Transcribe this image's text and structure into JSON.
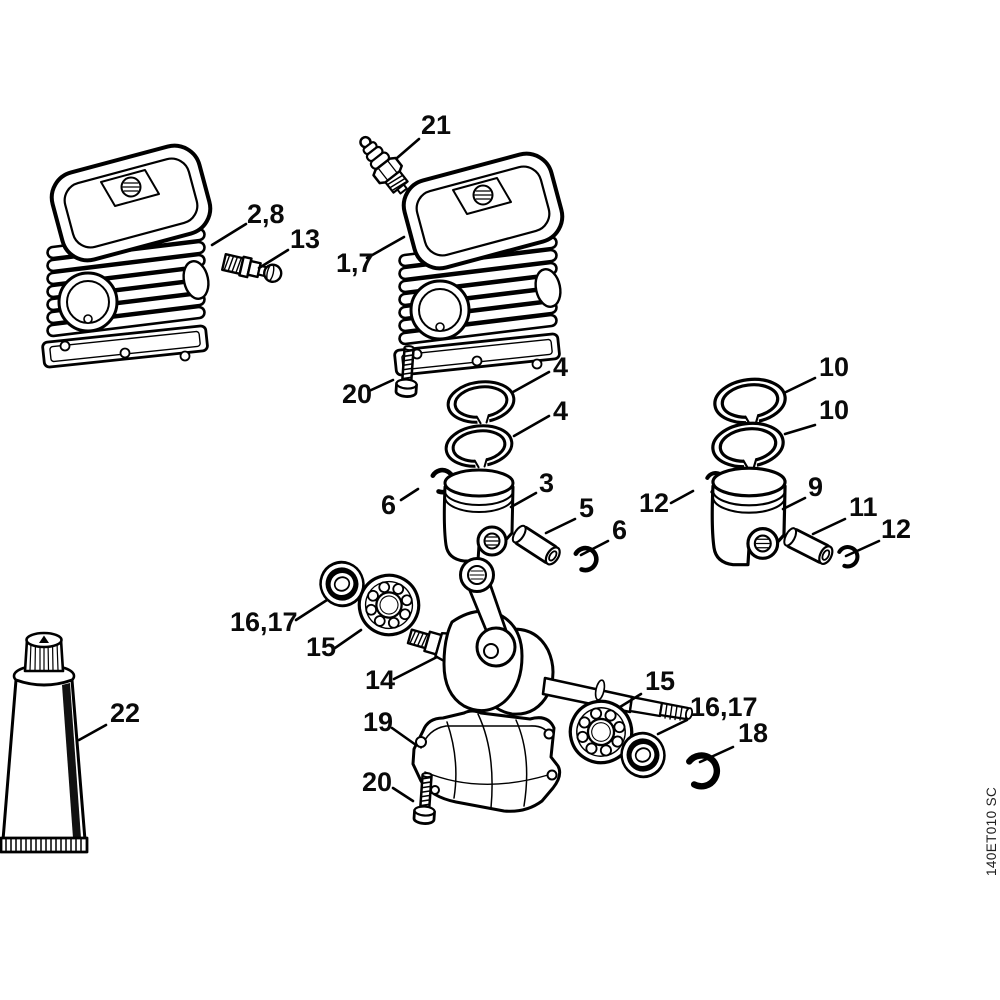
{
  "figure": {
    "code": "140ET010 SC"
  },
  "colors": {
    "line": "#000000",
    "background": "#ffffff",
    "label": "#0a0a0a"
  },
  "labels": [
    {
      "part": "spark-plug",
      "text": "21"
    },
    {
      "part": "cylinder-left",
      "text": "2,8"
    },
    {
      "part": "decompression-valve",
      "text": "13"
    },
    {
      "part": "cylinder-center",
      "text": "1,7"
    },
    {
      "part": "cylinder-screw",
      "text": "20"
    },
    {
      "part": "piston-ring-upper",
      "text": "4"
    },
    {
      "part": "piston-ring-lower",
      "text": "4"
    },
    {
      "part": "wrist-pin-circlip-left",
      "text": "6"
    },
    {
      "part": "piston",
      "text": "3"
    },
    {
      "part": "wrist-pin",
      "text": "5"
    },
    {
      "part": "wrist-pin-circlip-right",
      "text": "6"
    },
    {
      "part": "piston-ring-upper-alt",
      "text": "10"
    },
    {
      "part": "piston-ring-lower-alt",
      "text": "10"
    },
    {
      "part": "wrist-pin-circlip-left-alt",
      "text": "12"
    },
    {
      "part": "piston-alt",
      "text": "9"
    },
    {
      "part": "wrist-pin-alt",
      "text": "11"
    },
    {
      "part": "wrist-pin-circlip-right-alt",
      "text": "12"
    },
    {
      "part": "oil-seal-left",
      "text": "16,17"
    },
    {
      "part": "bearing-left",
      "text": "15"
    },
    {
      "part": "crankshaft",
      "text": "14"
    },
    {
      "part": "crankcase-bottom",
      "text": "19"
    },
    {
      "part": "crankcase-screw",
      "text": "20"
    },
    {
      "part": "bearing-right",
      "text": "15"
    },
    {
      "part": "oil-seal-right",
      "text": "16,17"
    },
    {
      "part": "retaining-washer",
      "text": "18"
    },
    {
      "part": "sealant-tube",
      "text": "22"
    }
  ]
}
